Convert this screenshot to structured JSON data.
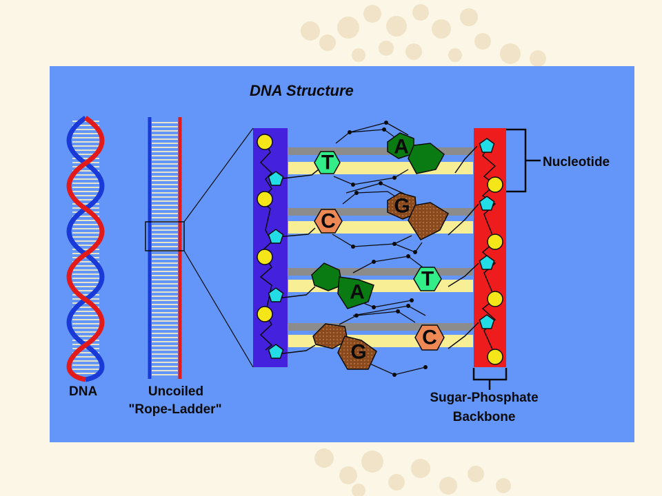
{
  "diagram": {
    "title": "DNA Structure",
    "labels": {
      "dna": "DNA",
      "uncoiled": "Uncoiled",
      "rope_ladder": "\"Rope-Ladder\"",
      "nucleotide": "Nucleotide",
      "backbone_line1": "Sugar-Phosphate",
      "backbone_line2": "Backbone"
    },
    "base_pairs": [
      {
        "left": "T",
        "right": "A"
      },
      {
        "left": "C",
        "right": "G"
      },
      {
        "left": "A",
        "right": "T"
      },
      {
        "left": "G",
        "right": "C"
      }
    ]
  },
  "colors": {
    "panel": "#6496fa",
    "slide_background": "#fcf6e6",
    "left_backbone": "#4422dd",
    "right_backbone": "#ee1c1c",
    "sugar": "#f5e61a",
    "phosphate": "#22dde6",
    "base_T": "#33ee88",
    "base_A": "#0a7a12",
    "base_C": "#ee8855",
    "base_G": "#8a4a1e"
  }
}
